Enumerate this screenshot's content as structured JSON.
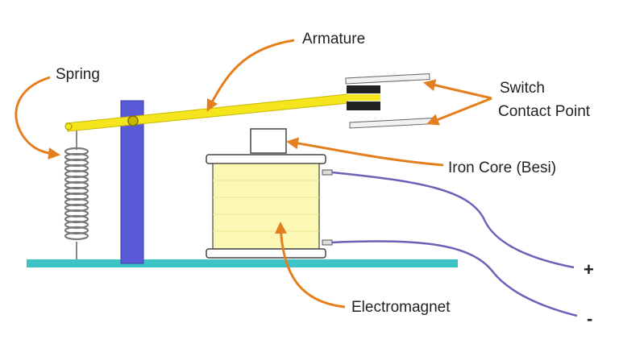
{
  "labels": {
    "spring": "Spring",
    "armature": "Armature",
    "switch_line1": "Switch",
    "switch_line2": "Contact Point",
    "iron_core": "Iron Core (Besi)",
    "electromagnet": "Electromagnet",
    "plus": "+",
    "minus": "-"
  },
  "colors": {
    "base": "#3cc3c6",
    "post": "#5a5ad6",
    "armature": "#f4e51c",
    "coil": "#fbf8b5",
    "wire": "#6b62b8",
    "arrow": "#e37f1e"
  }
}
